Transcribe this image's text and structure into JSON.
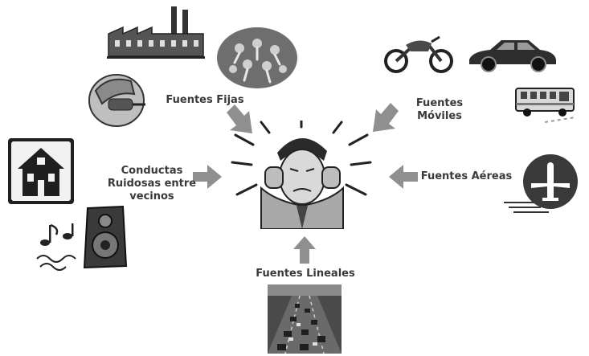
{
  "labels": {
    "fijas": "Fuentes Fijas",
    "moviles_1": "Fuentes",
    "moviles_2": "Móviles",
    "aereas": "Fuentes Aéreas",
    "lineales": "Fuentes Lineales",
    "conductas_1": "Conductas",
    "conductas_2": "Ruidosas entre",
    "conductas_3": "vecinos"
  },
  "colors": {
    "arrow": "#8f8f8f",
    "label": "#3a3a3a",
    "dark": "#2b2b2b"
  },
  "icons": [
    "factory-icon",
    "crowd-icon",
    "hand-icon",
    "motorcycle-icon",
    "car-icon",
    "bus-icon",
    "airplane-icon",
    "house-icon",
    "speaker-icon",
    "music-notes-icon",
    "highway-traffic-icon",
    "stressed-man-icon"
  ]
}
